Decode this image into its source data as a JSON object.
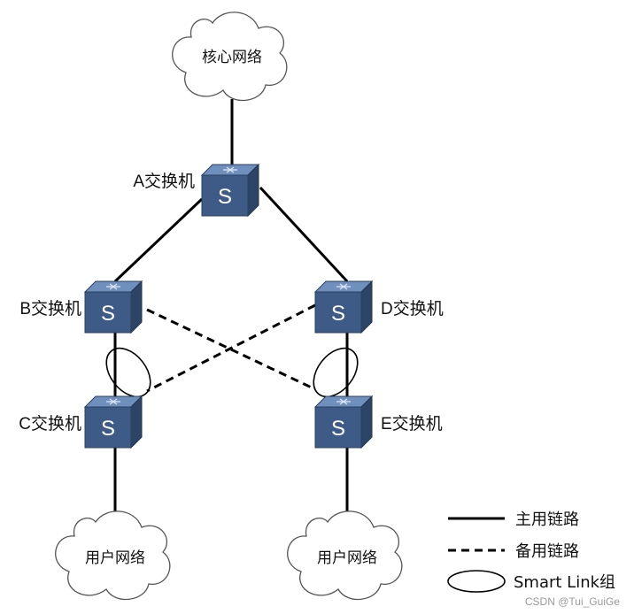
{
  "clouds": {
    "core": "核心网络",
    "user_left": "用户网络",
    "user_right": "用户网络"
  },
  "switches": {
    "a": {
      "label": "A交换机",
      "glyph": "S"
    },
    "b": {
      "label": "B交换机",
      "glyph": "S"
    },
    "c": {
      "label": "C交换机",
      "glyph": "S"
    },
    "d": {
      "label": "D交换机",
      "glyph": "S"
    },
    "e": {
      "label": "E交换机",
      "glyph": "S"
    }
  },
  "links": {
    "primary": [
      "核心网络-A",
      "A-B",
      "A-D",
      "B-C",
      "D-E",
      "C-用户网络",
      "E-用户网络"
    ],
    "backup": [
      "B-E",
      "D-C"
    ],
    "smart_link_groups": [
      "C",
      "E"
    ]
  },
  "legend": {
    "primary": "主用链路",
    "backup": "备用链路",
    "group": "Smart Link组"
  },
  "watermark": "CSDN @Tui_GuiGe",
  "colors": {
    "switch_front": "#3d5b86",
    "switch_top": "#6f8fbd",
    "switch_side": "#2c4466",
    "line": "#000000"
  },
  "icons": {
    "switch": "switch-icon",
    "cloud": "cloud-icon"
  }
}
